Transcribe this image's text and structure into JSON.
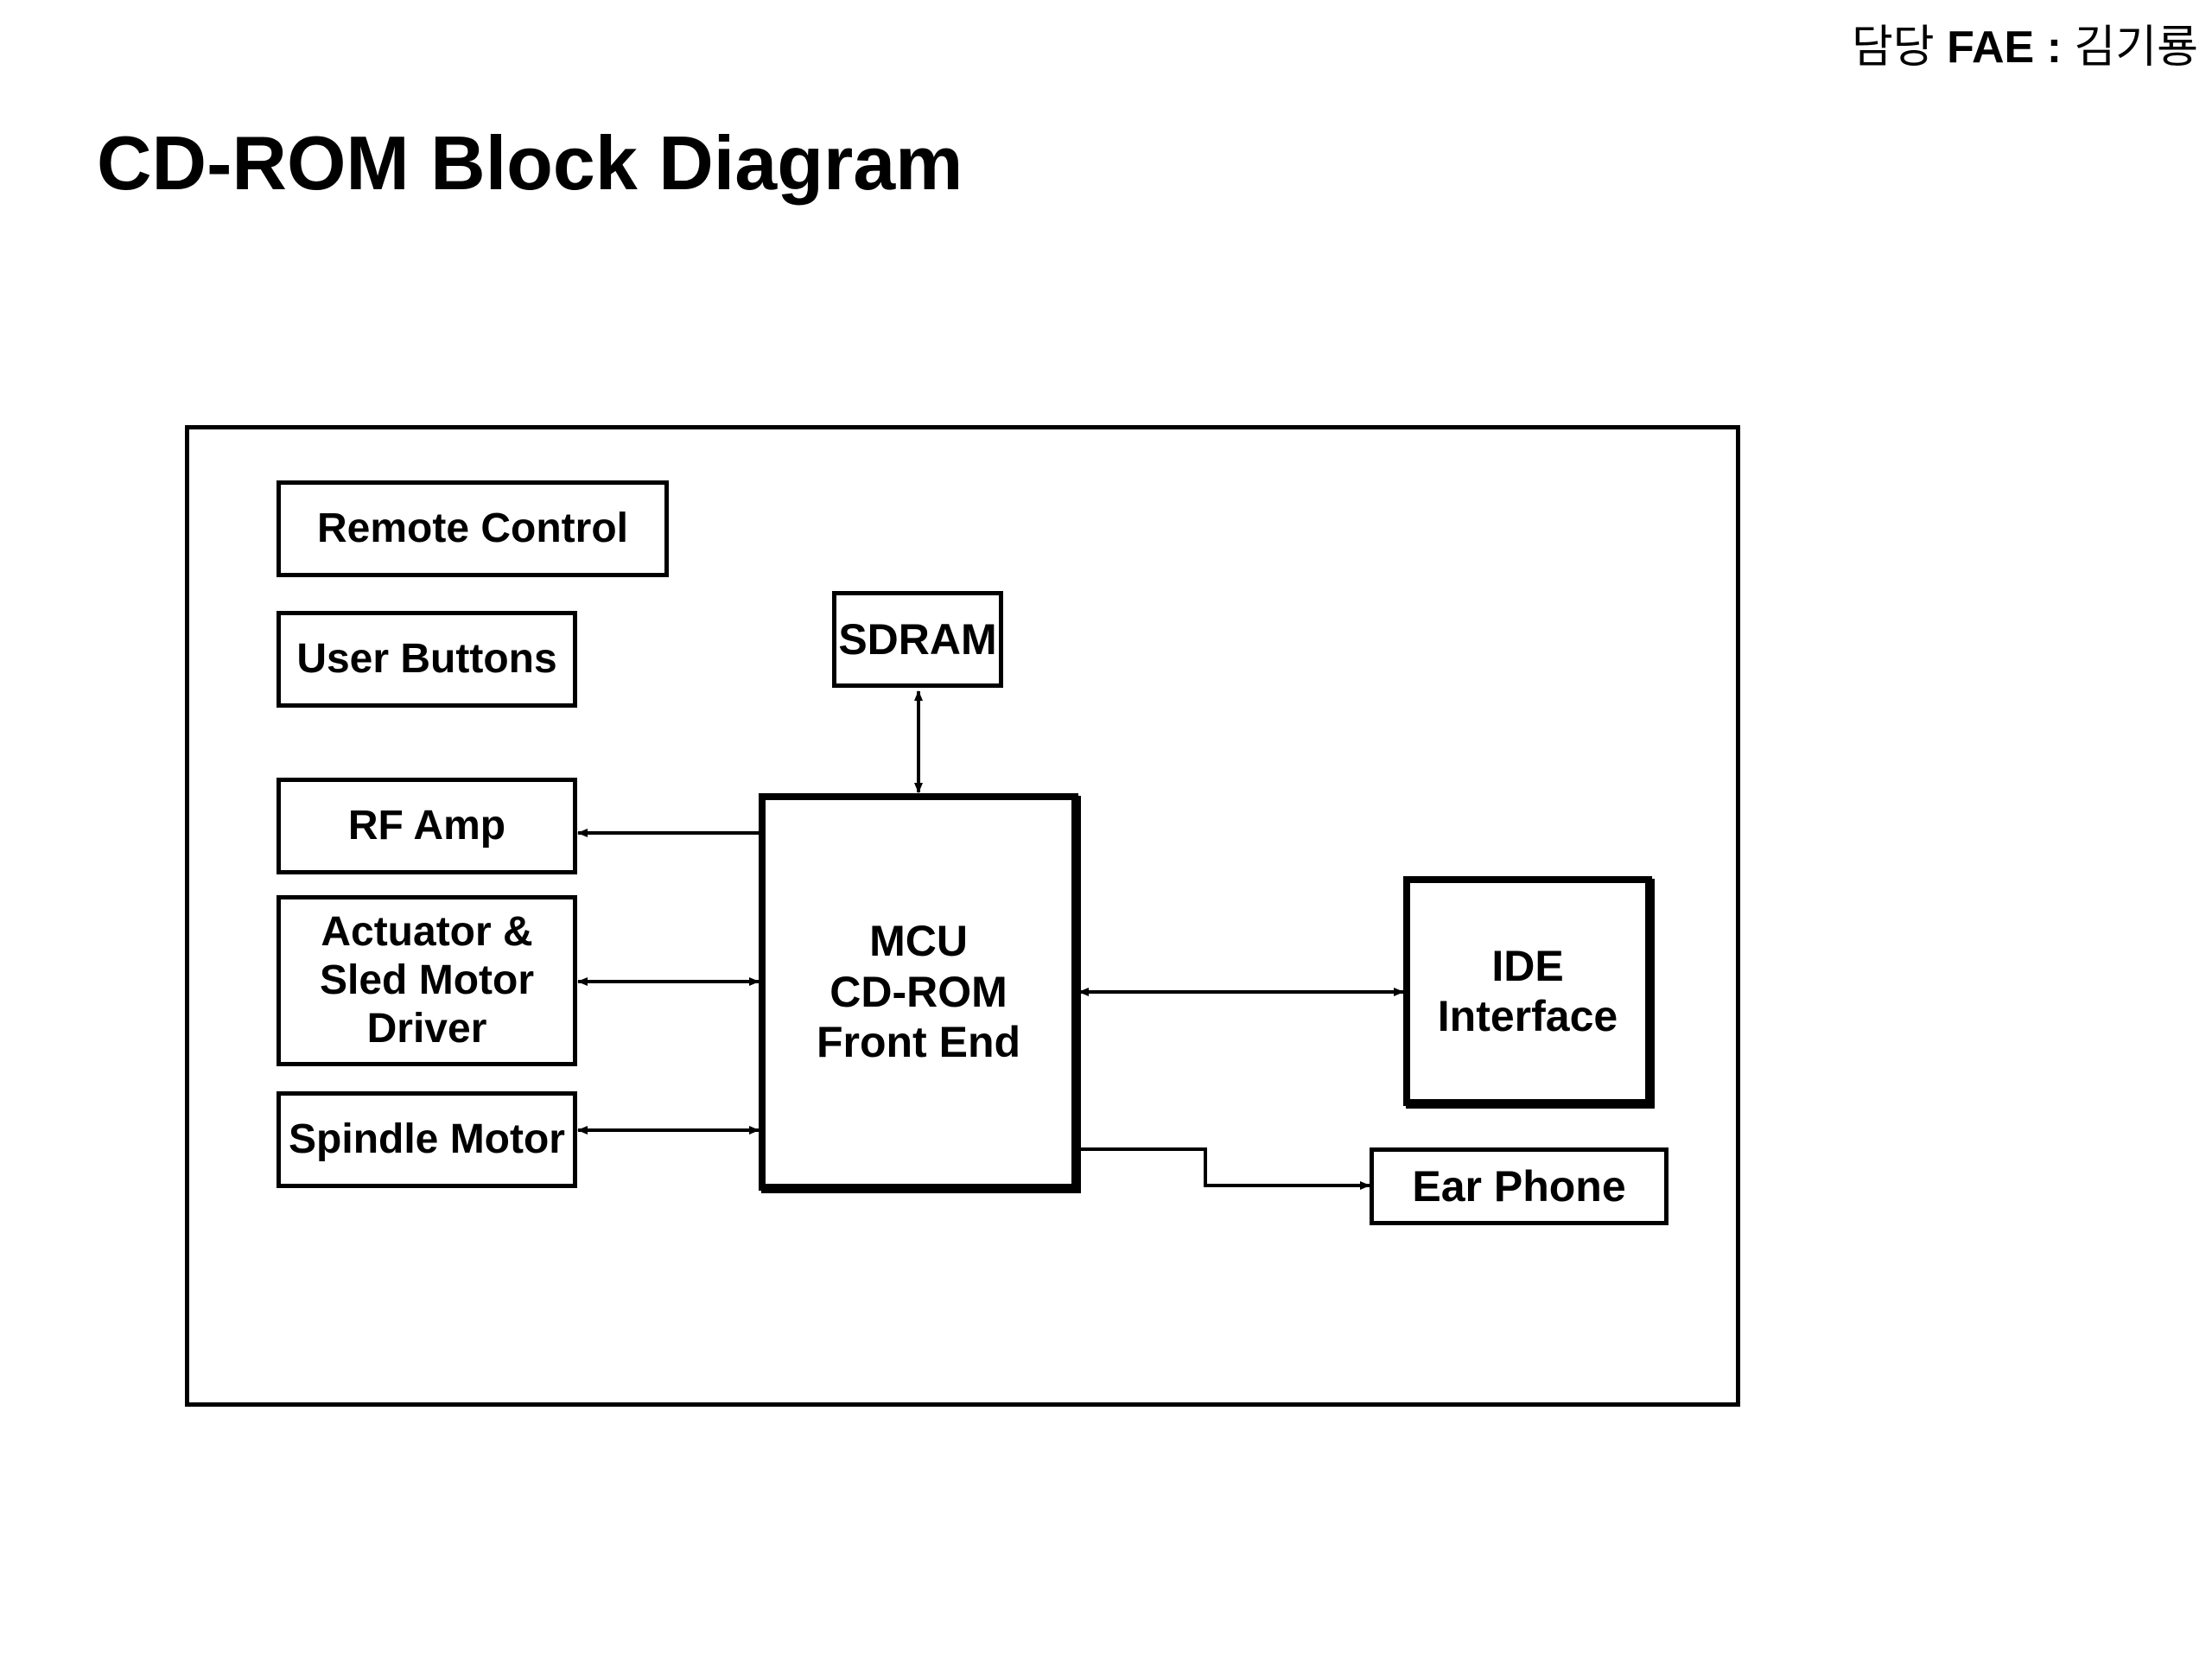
{
  "header": {
    "fae_prefix": "담당",
    "fae_role": "FAE :",
    "fae_name": "김기룡"
  },
  "title": "CD-ROM Block Diagram",
  "diagram": {
    "blocks": {
      "remote_control": "Remote Control",
      "user_buttons": "User Buttons",
      "rf_amp": "RF Amp",
      "actuator": "Actuator &\nSled Motor\nDriver",
      "spindle_motor": "Spindle Motor",
      "sdram": "SDRAM",
      "mcu": "MCU\nCD-ROM\nFront End",
      "ide": "IDE\nInterface",
      "ear_phone": "Ear Phone"
    },
    "connections": [
      {
        "from": "MCU CD-ROM Front End",
        "to": "RF Amp",
        "direction": "one-way"
      },
      {
        "from": "MCU CD-ROM Front End",
        "to": "Actuator & Sled Motor Driver",
        "direction": "two-way"
      },
      {
        "from": "MCU CD-ROM Front End",
        "to": "Spindle Motor",
        "direction": "two-way"
      },
      {
        "from": "MCU CD-ROM Front End",
        "to": "SDRAM",
        "direction": "two-way"
      },
      {
        "from": "MCU CD-ROM Front End",
        "to": "IDE Interface",
        "direction": "two-way"
      },
      {
        "from": "MCU CD-ROM Front End",
        "to": "Ear Phone",
        "direction": "one-way"
      }
    ]
  }
}
